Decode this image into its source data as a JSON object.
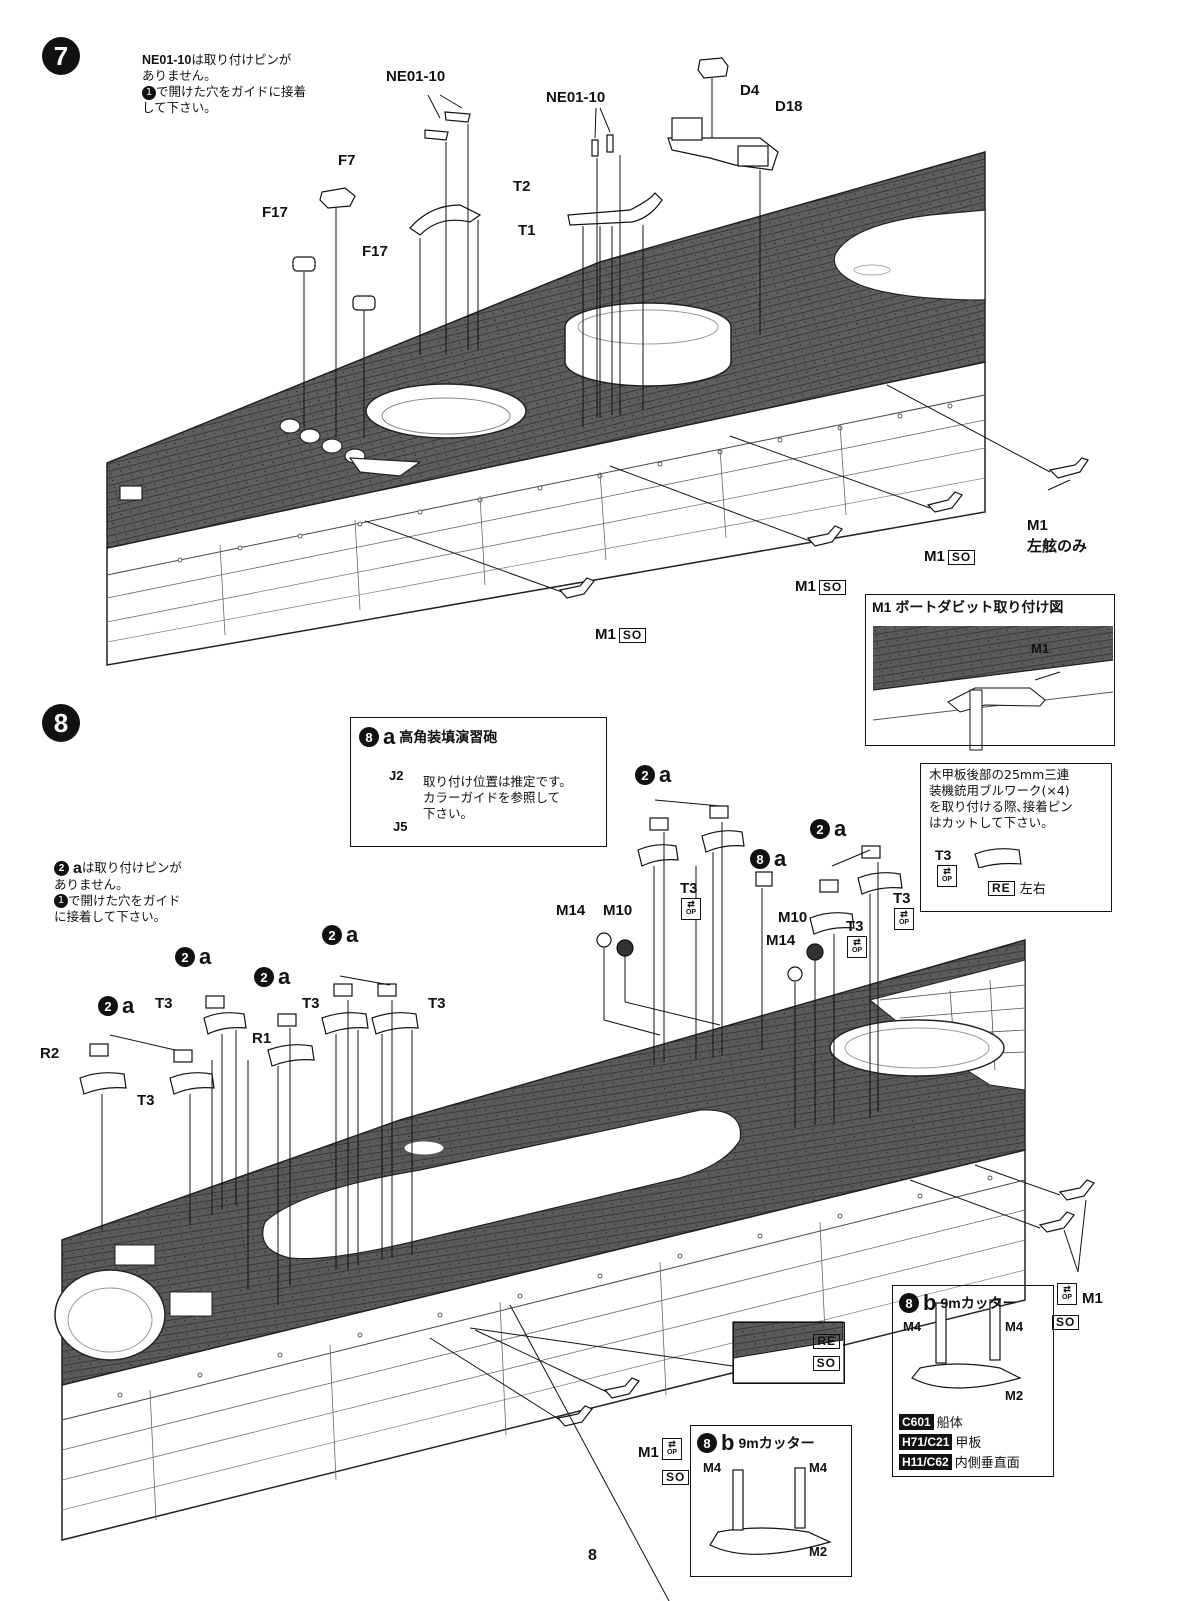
{
  "page_number": "8",
  "step7": {
    "number": "7",
    "note_part": "NE01-10",
    "note_line1_rest": "は取り付けピンが",
    "note_line2": "ありません。",
    "note_ref_num": "1",
    "note_line3": "で開けた穴をガイドに接着",
    "note_line4": "して下さい。",
    "labels": {
      "ne_a": "NE01-10",
      "ne_b": "NE01-10",
      "d4": "D4",
      "d18": "D18",
      "f7": "F7",
      "f17_a": "F17",
      "f17_b": "F17",
      "t2": "T2",
      "t1": "T1",
      "m1_port": "M1",
      "port_only": "左舷のみ",
      "m1_a": "M1",
      "m1_b": "M1",
      "m1_c": "M1"
    },
    "tag_so": "SO",
    "inset_title": "M1 ボートダビット取り付け図",
    "inset_label": "M1"
  },
  "step8": {
    "number": "8",
    "sub_num": "8",
    "sub_a": "a",
    "sub_b": "b",
    "ref_num": "2",
    "box_a": {
      "title": "高角装填演習砲",
      "j2": "J2",
      "j5": "J5",
      "text1": "取り付け位置は推定です。",
      "text2": "カラーガイドを参照して",
      "text3": "下さい。"
    },
    "note_line1_rest": "は取り付けピンが",
    "note_line2": "ありません。",
    "note_ref_num": "1",
    "note_line3": "で開けた穴をガイド",
    "note_line4": "に接着して下さい。",
    "bulwark_note": [
      "木甲板後部の25mm三連",
      "装機銃用ブルワーク(×4)",
      "を取り付ける際､接着ピン",
      "はカットして下さい。"
    ],
    "bulwark_t3": "T3",
    "bulwark_re": "RE",
    "bulwark_lr": "左右",
    "labels": {
      "r2": "R2",
      "r1": "R1",
      "t3": "T3",
      "m14": "M14",
      "m10": "M10",
      "m1": "M1"
    },
    "op_text": "OP",
    "tag_so": "SO",
    "tag_re": "RE",
    "cutter_title": "9mカッター",
    "cutter_m4": "M4",
    "cutter_m2": "M2",
    "color_legend": [
      {
        "code": "C601",
        "desc": "船体"
      },
      {
        "code": "H71/C21",
        "desc": "甲板"
      },
      {
        "code": "H11/C62",
        "desc": "内側垂直面"
      }
    ]
  }
}
